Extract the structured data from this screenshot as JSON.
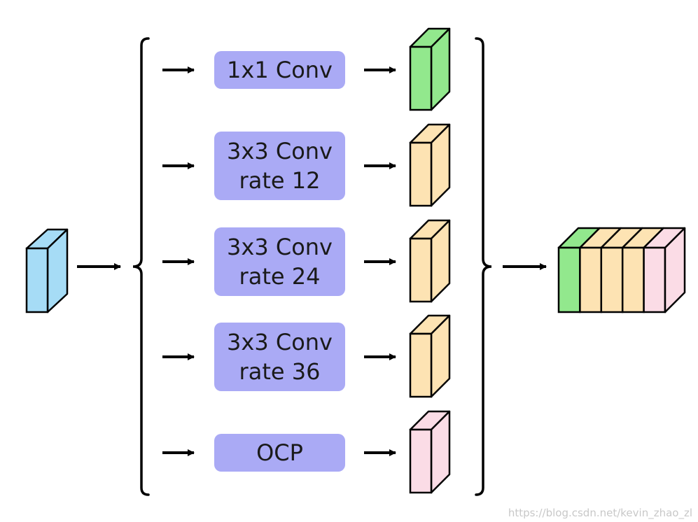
{
  "colors": {
    "input": "#a6dcf6",
    "conv1x1": "#92e88d",
    "atrous": "#fde3b3",
    "ocp": "#fbdce6",
    "box": "#aaaaf5",
    "stroke": "#000000"
  },
  "branches": [
    {
      "line1": "1x1 Conv",
      "line2": "",
      "color_key": "conv1x1"
    },
    {
      "line1": "3x3 Conv",
      "line2": "rate 12",
      "color_key": "atrous"
    },
    {
      "line1": "3x3 Conv",
      "line2": "rate 24",
      "color_key": "atrous"
    },
    {
      "line1": "3x3 Conv",
      "line2": "rate 36",
      "color_key": "atrous"
    },
    {
      "line1": "OCP",
      "line2": "",
      "color_key": "ocp"
    }
  ],
  "watermark": "https://blog.csdn.net/kevin_zhao_zl"
}
